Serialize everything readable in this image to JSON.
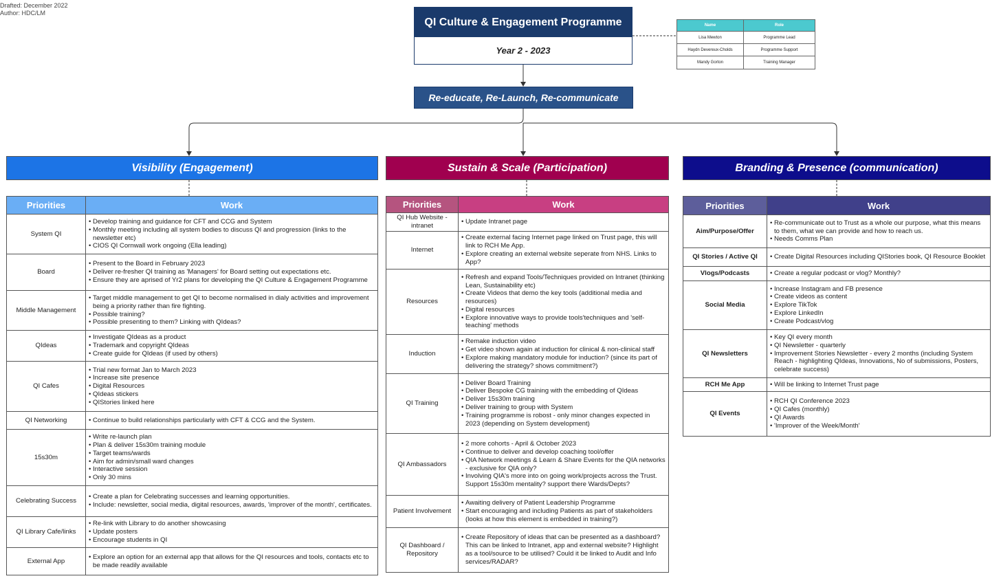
{
  "meta": {
    "drafted": "Drafted: December 2022",
    "author": "Author: HDC/LM"
  },
  "title": {
    "main": "QI Culture & Engagement Programme",
    "sub": "Year 2 - 2023"
  },
  "relaunch": "Re-educate, Re-Launch, Re-communicate",
  "team": {
    "headers": [
      "Name",
      "Role"
    ],
    "rows": [
      [
        "Lisa Mewton",
        "Programme Lead"
      ],
      [
        "Haydn Devereux-Cholds",
        "Programme Support"
      ],
      [
        "Mandy Gorton",
        "Training Manager"
      ]
    ],
    "header_color": "#4cc9cf"
  },
  "sections": [
    {
      "title": "Visibility (Engagement)",
      "color": "#1c74e6",
      "header_colors": [
        "#6aaef5",
        "#6aaef5"
      ],
      "col_headers": [
        "Priorities",
        "Work"
      ],
      "bold_priorities": false,
      "rows": [
        {
          "priority": "System QI",
          "work": [
            "Develop training and guidance for CFT and CCG and System",
            "Monthly meeting including all system bodies to discuss QI and progression (links to the newsletter etc)",
            "CIOS QI Cornwall work ongoing (Ella leading)"
          ]
        },
        {
          "priority": "Board",
          "work": [
            "Present to the Board in February 2023",
            "Deliver re-fresher QI training as 'Managers' for Board setting out expectations etc.",
            "Ensure they are aprised of Yr2 plans for developing the QI Culture & Engagement Programme"
          ]
        },
        {
          "priority": "Middle Management",
          "work": [
            "Target middle management to get QI to become normalised in dialy activities and improvement being a priority rather than fire fighting.",
            "Possible training?",
            "Possible presenting to them? Linking with QIdeas?"
          ]
        },
        {
          "priority": "QIdeas",
          "work": [
            "Investigate QIdeas as a product",
            "Trademark and copyright QIdeas",
            "Create guide for QIdeas (if used by others)"
          ]
        },
        {
          "priority": "QI Cafes",
          "work": [
            "Trial new format Jan to March 2023",
            "Increase site presence",
            "Digital Resources",
            "QIdeas stickers",
            "QIStories linked here"
          ]
        },
        {
          "priority": "QI Networking",
          "work": [
            "Continue to build relationships particularly with CFT & CCG and the System."
          ]
        },
        {
          "priority": "15s30m",
          "work": [
            "Write re-launch plan",
            "Plan & deliver 15s30m training module",
            "Target teams/wards",
            "Aim for admin/small ward changes",
            "Interactive session",
            "Only 30 mins"
          ]
        },
        {
          "priority": "Celebrating Success",
          "work": [
            "Create a plan for Celebrating successes and learning opportunities.",
            "Include: newsletter, social media, digital resources, awards, 'improver of the month', certificates."
          ]
        },
        {
          "priority": "QI Library Cafe/links",
          "work": [
            "Re-link with Library to do another showcasing",
            "Update posters",
            "Encourage students in QI"
          ]
        },
        {
          "priority": "External App",
          "work": [
            "Explore an option for an external app that allows for the QI resources and tools, contacts etc to be made readily available"
          ]
        }
      ]
    },
    {
      "title": "Sustain & Scale (Participation)",
      "color": "#a0004f",
      "header_colors": [
        "#b5547f",
        "#c83f82"
      ],
      "col_headers": [
        "Priorities",
        "Work"
      ],
      "bold_priorities": false,
      "rows": [
        {
          "priority": "QI Hub Website - intranet",
          "work": [
            "Update Intranet page"
          ]
        },
        {
          "priority": "Internet",
          "work": [
            "Create external facing Internet page linked on Trust page, this will link to RCH Me App.",
            "Explore creating an external website seperate from NHS. Links to App?"
          ]
        },
        {
          "priority": "Resources",
          "work": [
            "Refresh and expand Tools/Techniques provided on Intranet (thinking Lean, Sustainability etc)",
            "Create Videos that demo the key tools (additional media and resources)",
            "Digital resources",
            "Explore innovative ways to provide tools'techniques and 'self-teaching' methods"
          ]
        },
        {
          "priority": "Induction",
          "work": [
            "Remake induction video",
            "Get video shown again at induction for clinical & non-clinical staff",
            "Explore making mandatory module for induction? (since its part of delivering the strategy? shows commitment?)"
          ]
        },
        {
          "priority": "QI Training",
          "work": [
            "Deliver Board Training",
            "Deliver Bespoke CG training  with the embedding of QIdeas",
            "Deliver 15s30m training",
            "Deliver training to group with System",
            "Training programme is robost - only minor changes expected in 2023 (depending on System development)"
          ]
        },
        {
          "priority": "QI Ambassadors",
          "work": [
            "2 more cohorts - April & October 2023",
            "Continue to deliver and develop coaching tool/offer",
            "QIA Network meetings & Learn & Share Events for the QIA networks  - exclusive for QIA only?",
            "Involving QIA's more into on going work/projects across the Trust. Support 15s30m mentality? support there Wards/Depts?"
          ]
        },
        {
          "priority": "Patient Involvement",
          "work": [
            "Awaiting delivery of Patient Leadership Programme",
            "Start encouraging and including Patients as part of stakeholders (looks at how this element is embedded in training?)"
          ]
        },
        {
          "priority": "QI Dashboard / Repository",
          "work": [
            "Create Repository of ideas that can be presented as a dashboard? This can be linked to Intranet, app and external website? Highlight as a tool/source to be utilised? Could it be linked to Audit and Info services/RADAR?"
          ]
        }
      ]
    },
    {
      "title": "Branding & Presence (communication)",
      "color": "#0d0d8c",
      "header_colors": [
        "#5d5e9b",
        "#40408a"
      ],
      "col_headers": [
        "Priorities",
        "Work"
      ],
      "bold_priorities": true,
      "rows": [
        {
          "priority": "Aim/Purpose/Offer",
          "work": [
            "Re-communicate out to Trust as a whole our purpose, what this means to them, what we can provide and how to reach us.",
            "Needs Comms Plan"
          ]
        },
        {
          "priority": "QI Stories / Active QI",
          "work": [
            "Create Digital Resources including QIStories book, QI Resource Booklet"
          ]
        },
        {
          "priority": "Vlogs/Podcasts",
          "work": [
            "Create a regular podcast or vlog? Monthly?"
          ]
        },
        {
          "priority": "Social Media",
          "work": [
            "Increase Instagram and FB presence",
            "Create videos as content",
            "Explore TikTok",
            "Explore LinkedIn",
            "Create Podcast/vlog"
          ]
        },
        {
          "priority": "QI Newsletters",
          "work": [
            "Key QI every month",
            "QI Newsletter - quarterly",
            "Improvement Stories Newsletter - every 2 months (including System Reach - highlighting QIdeas, Innovations, No of submissions, Posters, celebrate success)"
          ]
        },
        {
          "priority": "RCH Me App",
          "work": [
            "Will be linking to Internet Trust page"
          ]
        },
        {
          "priority": "QI Events",
          "work": [
            "RCH QI Conference 2023",
            "QI Cafes (monthly)",
            "QI Awards",
            "'Improver of the Week/Month'"
          ]
        }
      ]
    }
  ]
}
